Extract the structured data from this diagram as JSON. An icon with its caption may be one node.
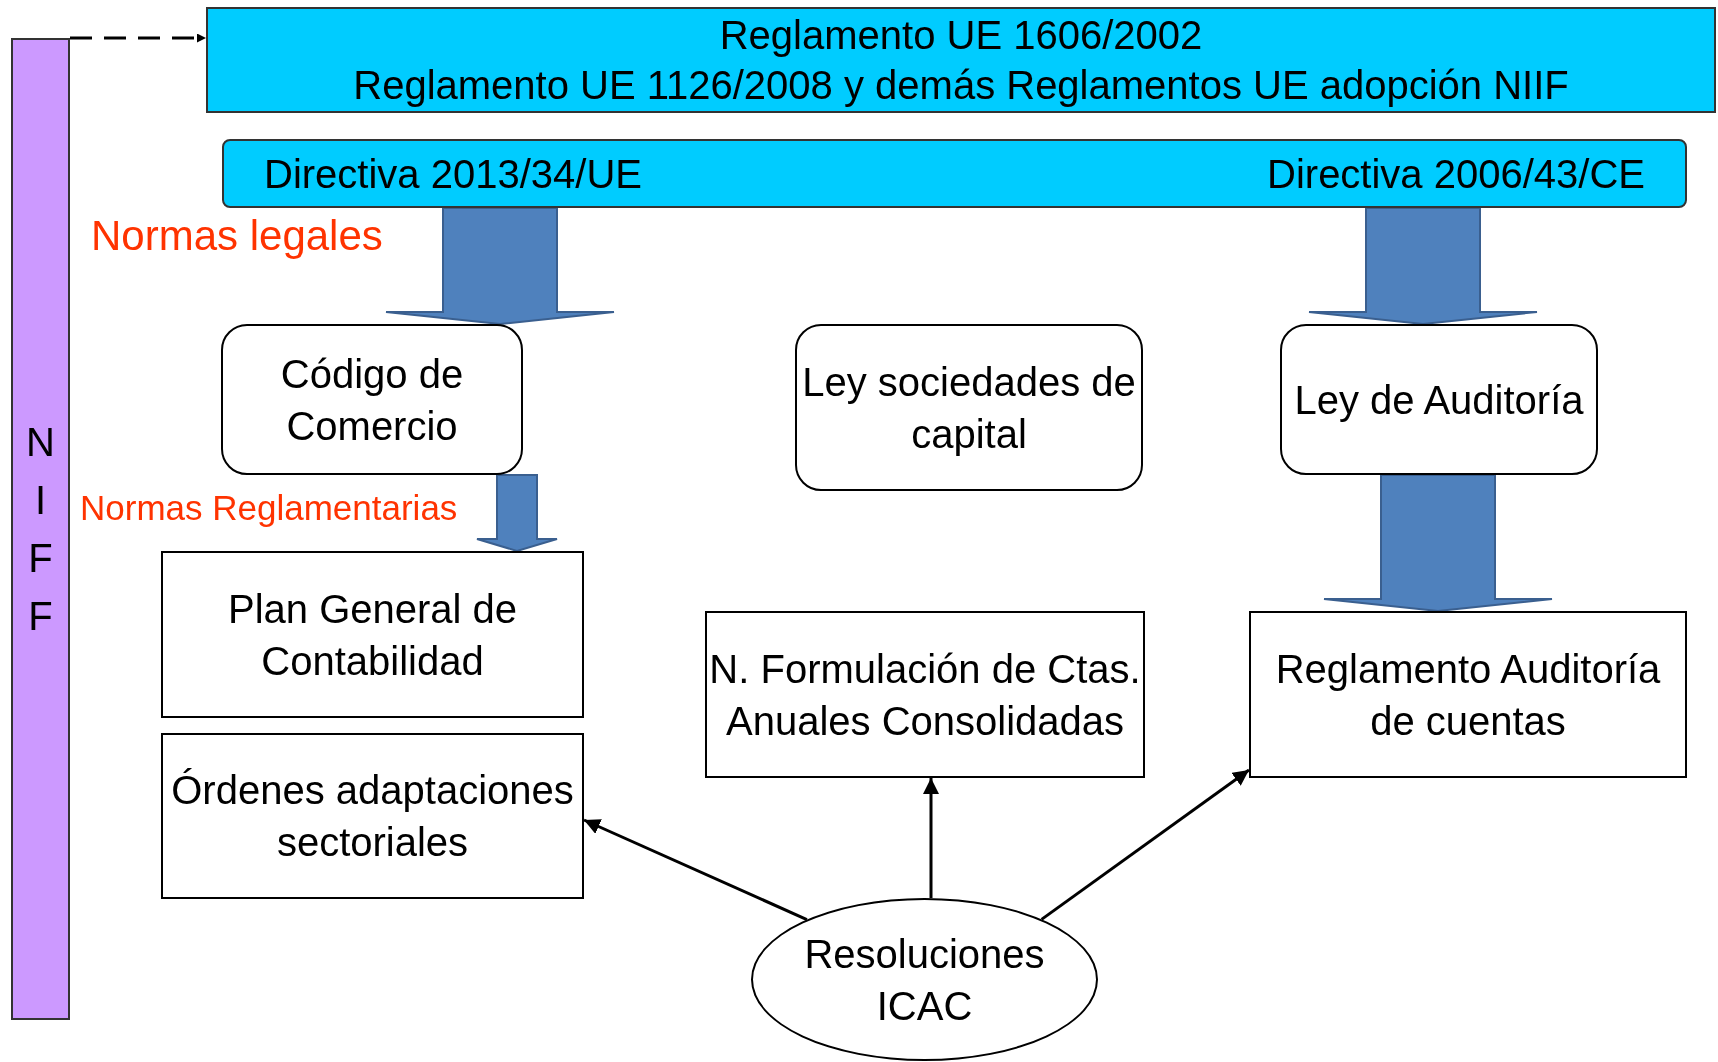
{
  "diagram": {
    "nodes": [
      {
        "text": [
          "N I F F"
        ]
      },
      {
        "text": [
          "Reglamento UE 1606/2002",
          "Reglamento UE 1126/2008 y demás Reglamentos UE adopción NIIF"
        ]
      },
      {
        "text": [
          "Directiva 2013/34/UE",
          "Directiva 2006/43/CE"
        ]
      },
      {
        "text": [
          "Código de Comercio"
        ]
      },
      {
        "text": [
          "Ley sociedades de capital"
        ]
      },
      {
        "text": [
          "Ley de Auditoría"
        ]
      },
      {
        "text": [
          "Plan General de Contabilidad"
        ]
      },
      {
        "text": [
          "Órdenes adaptaciones sectoriales"
        ]
      },
      {
        "text": [
          "N. Formulación de Ctas. Anuales Consolidadas"
        ]
      },
      {
        "text": [
          "Reglamento Auditoría de cuentas"
        ]
      },
      {
        "text": [
          "Resoluciones ICAC"
        ]
      }
    ],
    "edges": [
      {
        "from": 0,
        "to": 1,
        "arrow": "to",
        "style": "dashed"
      },
      {
        "from": 2,
        "to": 3,
        "arrow": "to",
        "style": "thick",
        "color": "#4f81bd"
      },
      {
        "from": 2,
        "to": 5,
        "arrow": "to",
        "style": "thick",
        "color": "#4f81bd"
      },
      {
        "from": 3,
        "to": 6,
        "arrow": "to",
        "style": "thick",
        "color": "#4f81bd"
      },
      {
        "from": 5,
        "to": 9,
        "arrow": "to",
        "style": "thick",
        "color": "#4f81bd"
      },
      {
        "from": 10,
        "to": 7,
        "arrow": "to"
      },
      {
        "from": 10,
        "to": 8,
        "arrow": "to"
      },
      {
        "from": 10,
        "to": 9,
        "arrow": "to"
      }
    ],
    "labels": [
      "Normas legales",
      "Normas Reglamentarias"
    ]
  }
}
